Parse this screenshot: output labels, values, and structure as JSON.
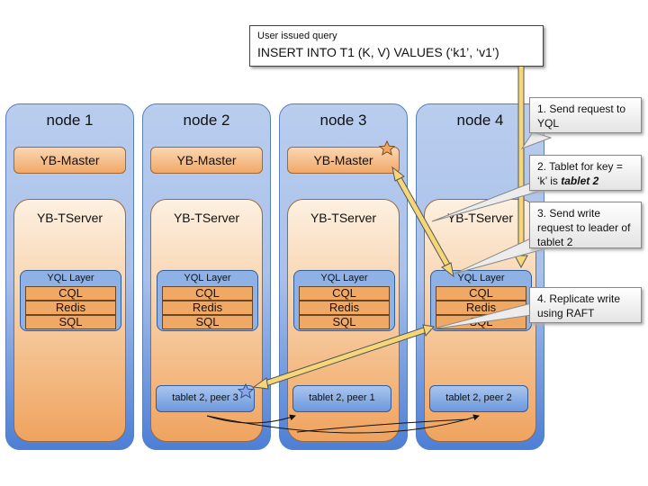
{
  "query": {
    "caption": "User issued query",
    "statement": "INSERT INTO T1 (K, V) VALUES (‘k1’, ‘v1’)"
  },
  "nodes": [
    {
      "title": "node 1",
      "master": "YB-Master",
      "tserver": "YB-TServer",
      "yql_title": "YQL Layer",
      "layers": [
        "CQL",
        "Redis",
        "SQL"
      ],
      "tablet": ""
    },
    {
      "title": "node 2",
      "master": "YB-Master",
      "tserver": "YB-TServer",
      "yql_title": "YQL Layer",
      "layers": [
        "CQL",
        "Redis",
        "SQL"
      ],
      "tablet": "tablet 2, peer 3"
    },
    {
      "title": "node 3",
      "master": "YB-Master",
      "tserver": "YB-TServer",
      "yql_title": "YQL Layer",
      "layers": [
        "CQL",
        "Redis",
        "SQL"
      ],
      "tablet": "tablet 2, peer 1"
    },
    {
      "title": "node 4",
      "master": "",
      "tserver": "YB-TServer",
      "yql_title": "YQL Layer",
      "layers": [
        "CQL",
        "Redis",
        "SQL"
      ],
      "tablet": "tablet 2, peer 2"
    }
  ],
  "notes": {
    "step1": "1. Send request to YQL",
    "step2_prefix": "2. Tablet for key = ‘k’ is ",
    "step2_emph": "tablet 2",
    "step3": "3. Send write request to leader of tablet 2",
    "step4": "4. Replicate write using RAFT"
  },
  "colors": {
    "node": "#a9c1ea",
    "tserver": "#f7cfa6",
    "layer": "#f0a965",
    "arrow": "#f5d77a",
    "leader_star": "#f0a860",
    "tablet_star": "#8aa8e8"
  }
}
